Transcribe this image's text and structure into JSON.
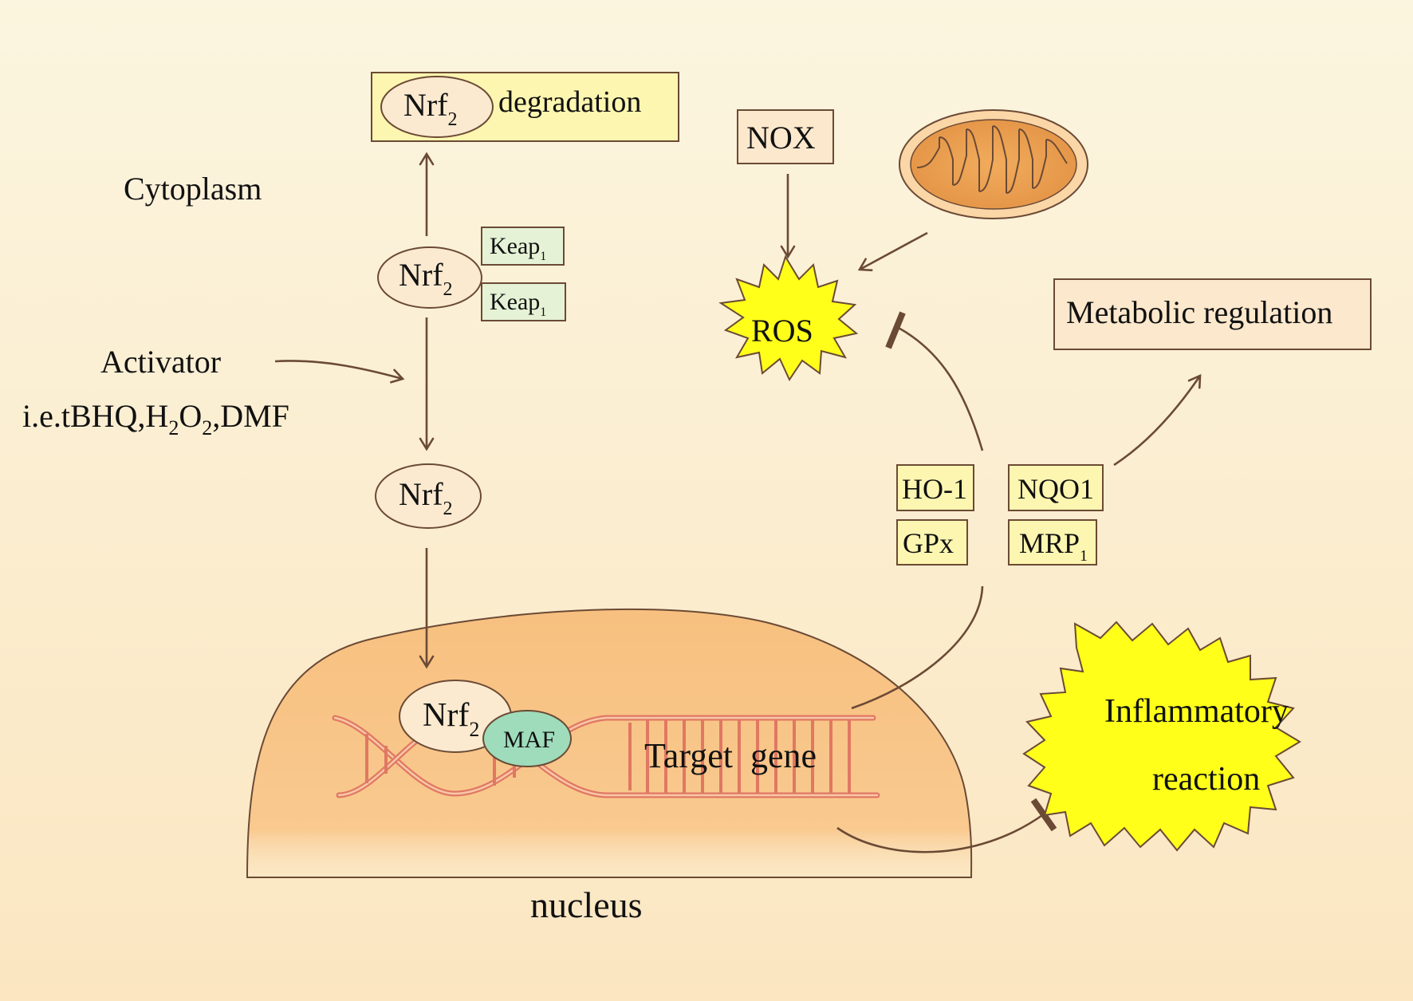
{
  "cytoplasm_label": "Cytoplasm",
  "nucleus_label": "nucleus",
  "degradation": {
    "nrf": "Nrf",
    "sub": "2",
    "label": "degradation"
  },
  "nrf_keap": {
    "nrf": "Nrf",
    "sub": "2"
  },
  "keap_top": {
    "text": "Keap",
    "sub": "1"
  },
  "keap_bottom": {
    "text": "Keap",
    "sub": "1"
  },
  "activator": {
    "line1": "Activator",
    "line2_a": "i.e.tBHQ,H",
    "line2_sub1": "2",
    "line2_b": "O",
    "line2_sub2": "2",
    "line2_c": ",DMF"
  },
  "nrf_free": {
    "nrf": "Nrf",
    "sub": "2"
  },
  "nrf_nuclear": {
    "nrf": "Nrf",
    "sub": "2"
  },
  "maf": "MAF",
  "target_gene": "Target  gene",
  "nox": "NOX",
  "ros": "ROS",
  "metabolic_regulation": "Metabolic regulation",
  "ho1": "HO-1",
  "gpx": "GPx",
  "nqo1": "NQO1",
  "mrp": {
    "text": "MRP",
    "sub": "1"
  },
  "inflammatory": {
    "line1": "Inflammatory",
    "line2": "reaction"
  },
  "colors": {
    "bg_top": "#fbf4dc",
    "bg_bottom": "#fbe7c2",
    "nucleus": "#f9c98c",
    "arrow": "#6b4a35",
    "dna": "#e07862",
    "star": "#ffff1a",
    "maf": "#9fdcbb",
    "keap_box": "#e6f2d6",
    "degradation_box": "#fdf6b0",
    "ellipse": "#fbead0"
  }
}
